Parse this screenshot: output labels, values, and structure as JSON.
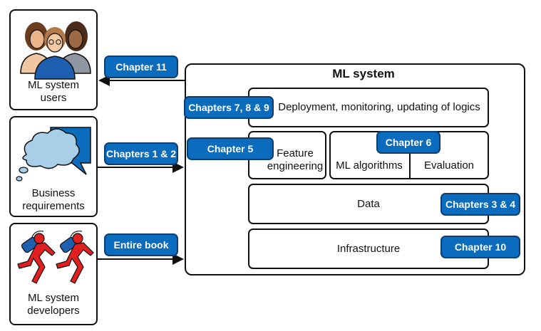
{
  "actors": {
    "users": "ML system\nusers",
    "business": "Business\nrequirements",
    "developers": "ML system\ndevelopers"
  },
  "ml_system": {
    "title": "ML system",
    "deployment": "Deployment, monitoring, updating of logics",
    "feature": "Feature\nengineering",
    "algorithms": "ML algorithms",
    "evaluation": "Evaluation",
    "data": "Data",
    "infrastructure": "Infrastructure"
  },
  "tags": {
    "ch11": "Chapter 11",
    "ch12": "Chapters 1 & 2",
    "book": "Entire book",
    "ch789": "Chapters 7, 8 & 9",
    "ch5": "Chapter 5",
    "ch6": "Chapter 6",
    "ch34": "Chapters 3 & 4",
    "ch10": "Chapter 10"
  },
  "colors": {
    "tag_fill": "#0b6bbd",
    "tag_border": "#0b3f73",
    "cloud": "#a9cfe8",
    "speech": "#0b6bbd",
    "runner": "#e02020"
  }
}
